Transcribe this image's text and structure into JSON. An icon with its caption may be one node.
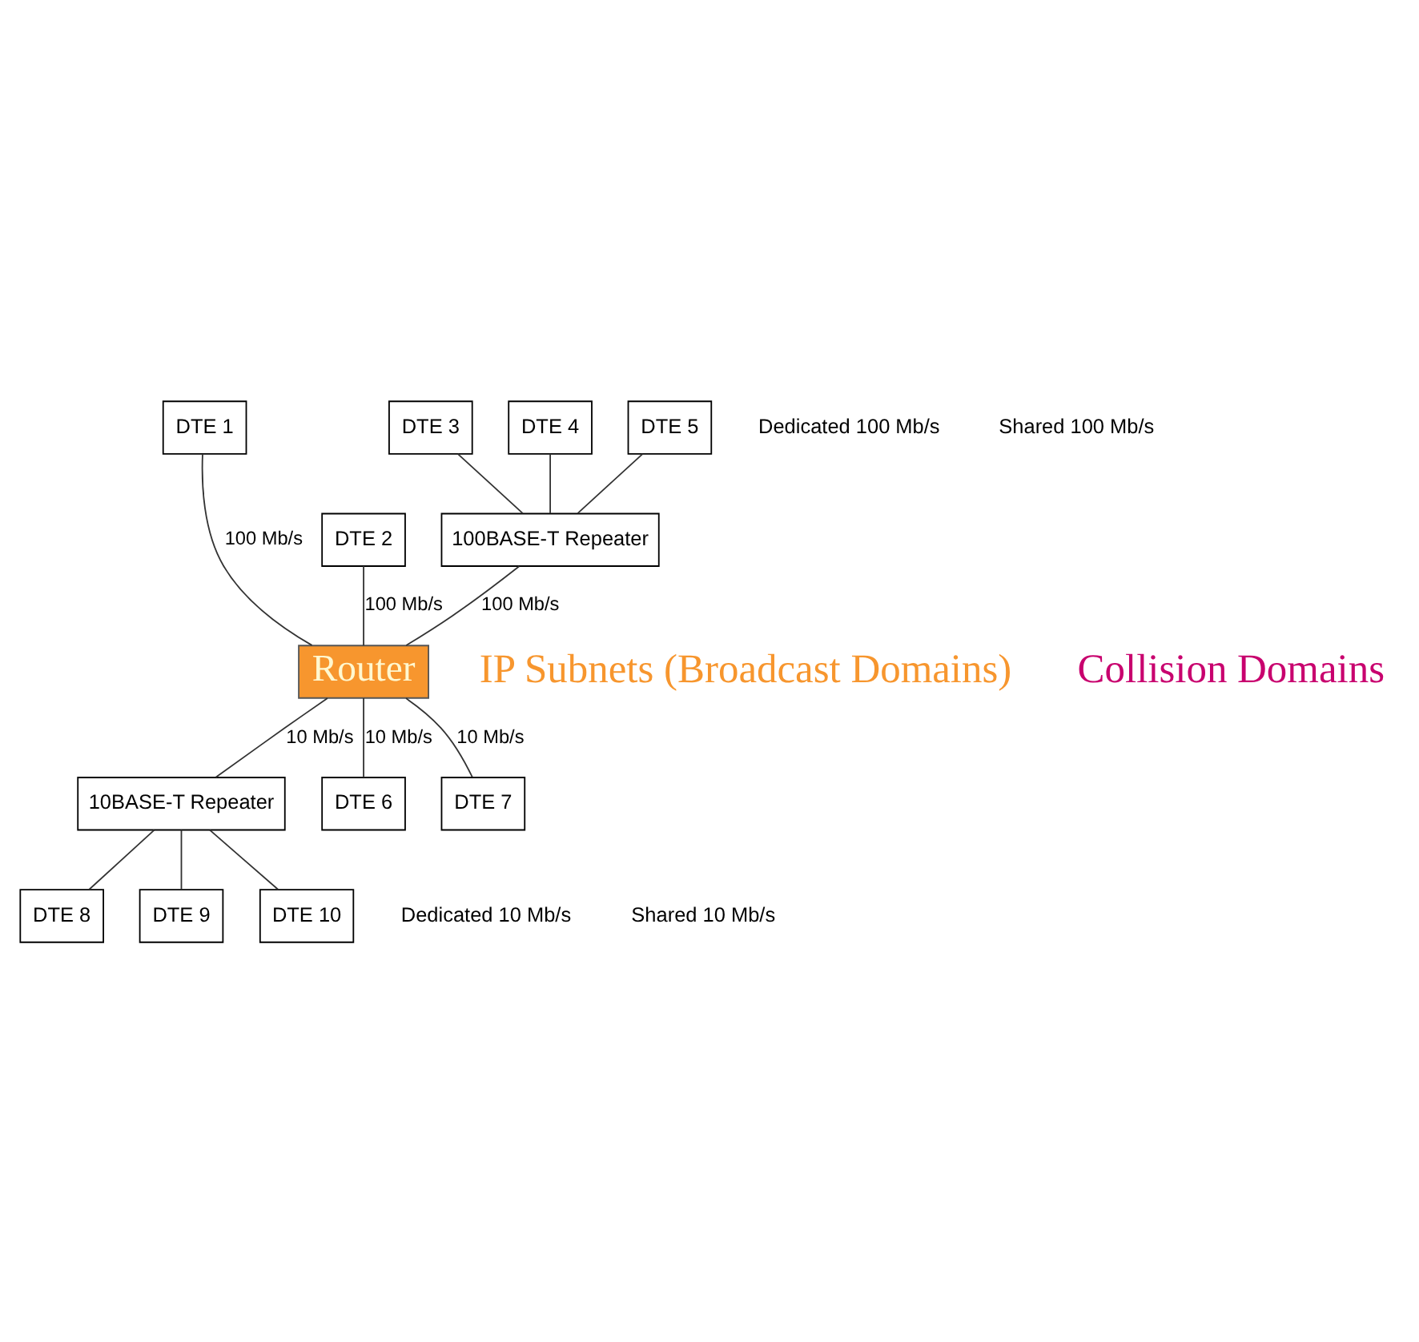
{
  "diagram": {
    "nodes": [
      {
        "text": [
          "DTE 1"
        ]
      },
      {
        "text": [
          "DTE 2"
        ]
      },
      {
        "text": [
          "DTE 3"
        ]
      },
      {
        "text": [
          "DTE 4"
        ]
      },
      {
        "text": [
          "DTE 5"
        ]
      },
      {
        "text": [
          "100BASE-T Repeater"
        ]
      },
      {
        "text": [
          "Router"
        ]
      },
      {
        "text": [
          "10BASE-T Repeater"
        ]
      },
      {
        "text": [
          "DTE 6"
        ]
      },
      {
        "text": [
          "DTE 7"
        ]
      },
      {
        "text": [
          "DTE 8"
        ]
      },
      {
        "text": [
          "DTE 9"
        ]
      },
      {
        "text": [
          "DTE 10"
        ]
      }
    ],
    "edges": [
      {
        "from": 0,
        "to": 6,
        "arrow": "none",
        "label": "100 Mb/s"
      },
      {
        "from": 1,
        "to": 6,
        "arrow": "none",
        "label": "100 Mb/s"
      },
      {
        "from": 2,
        "to": 5,
        "arrow": "none"
      },
      {
        "from": 3,
        "to": 5,
        "arrow": "none"
      },
      {
        "from": 4,
        "to": 5,
        "arrow": "none"
      },
      {
        "from": 5,
        "to": 6,
        "arrow": "none",
        "label": "100 Mb/s"
      },
      {
        "from": 6,
        "to": 8,
        "arrow": "none",
        "label": "10 Mb/s"
      },
      {
        "from": 6,
        "to": 9,
        "arrow": "none",
        "label": "10 Mb/s"
      },
      {
        "from": 6,
        "to": 7,
        "arrow": "none",
        "label": "10 Mb/s"
      },
      {
        "from": 7,
        "to": 10,
        "arrow": "none"
      },
      {
        "from": 7,
        "to": 11,
        "arrow": "none"
      },
      {
        "from": 7,
        "to": 12,
        "arrow": "none"
      }
    ],
    "labels": [
      "Dedicated 100 Mb/s",
      "Shared 100 Mb/s",
      "IP Subnets (Broadcast Domains)",
      "Collision Domains",
      "Dedicated 10 Mb/s",
      "Shared 10 Mb/s"
    ]
  }
}
